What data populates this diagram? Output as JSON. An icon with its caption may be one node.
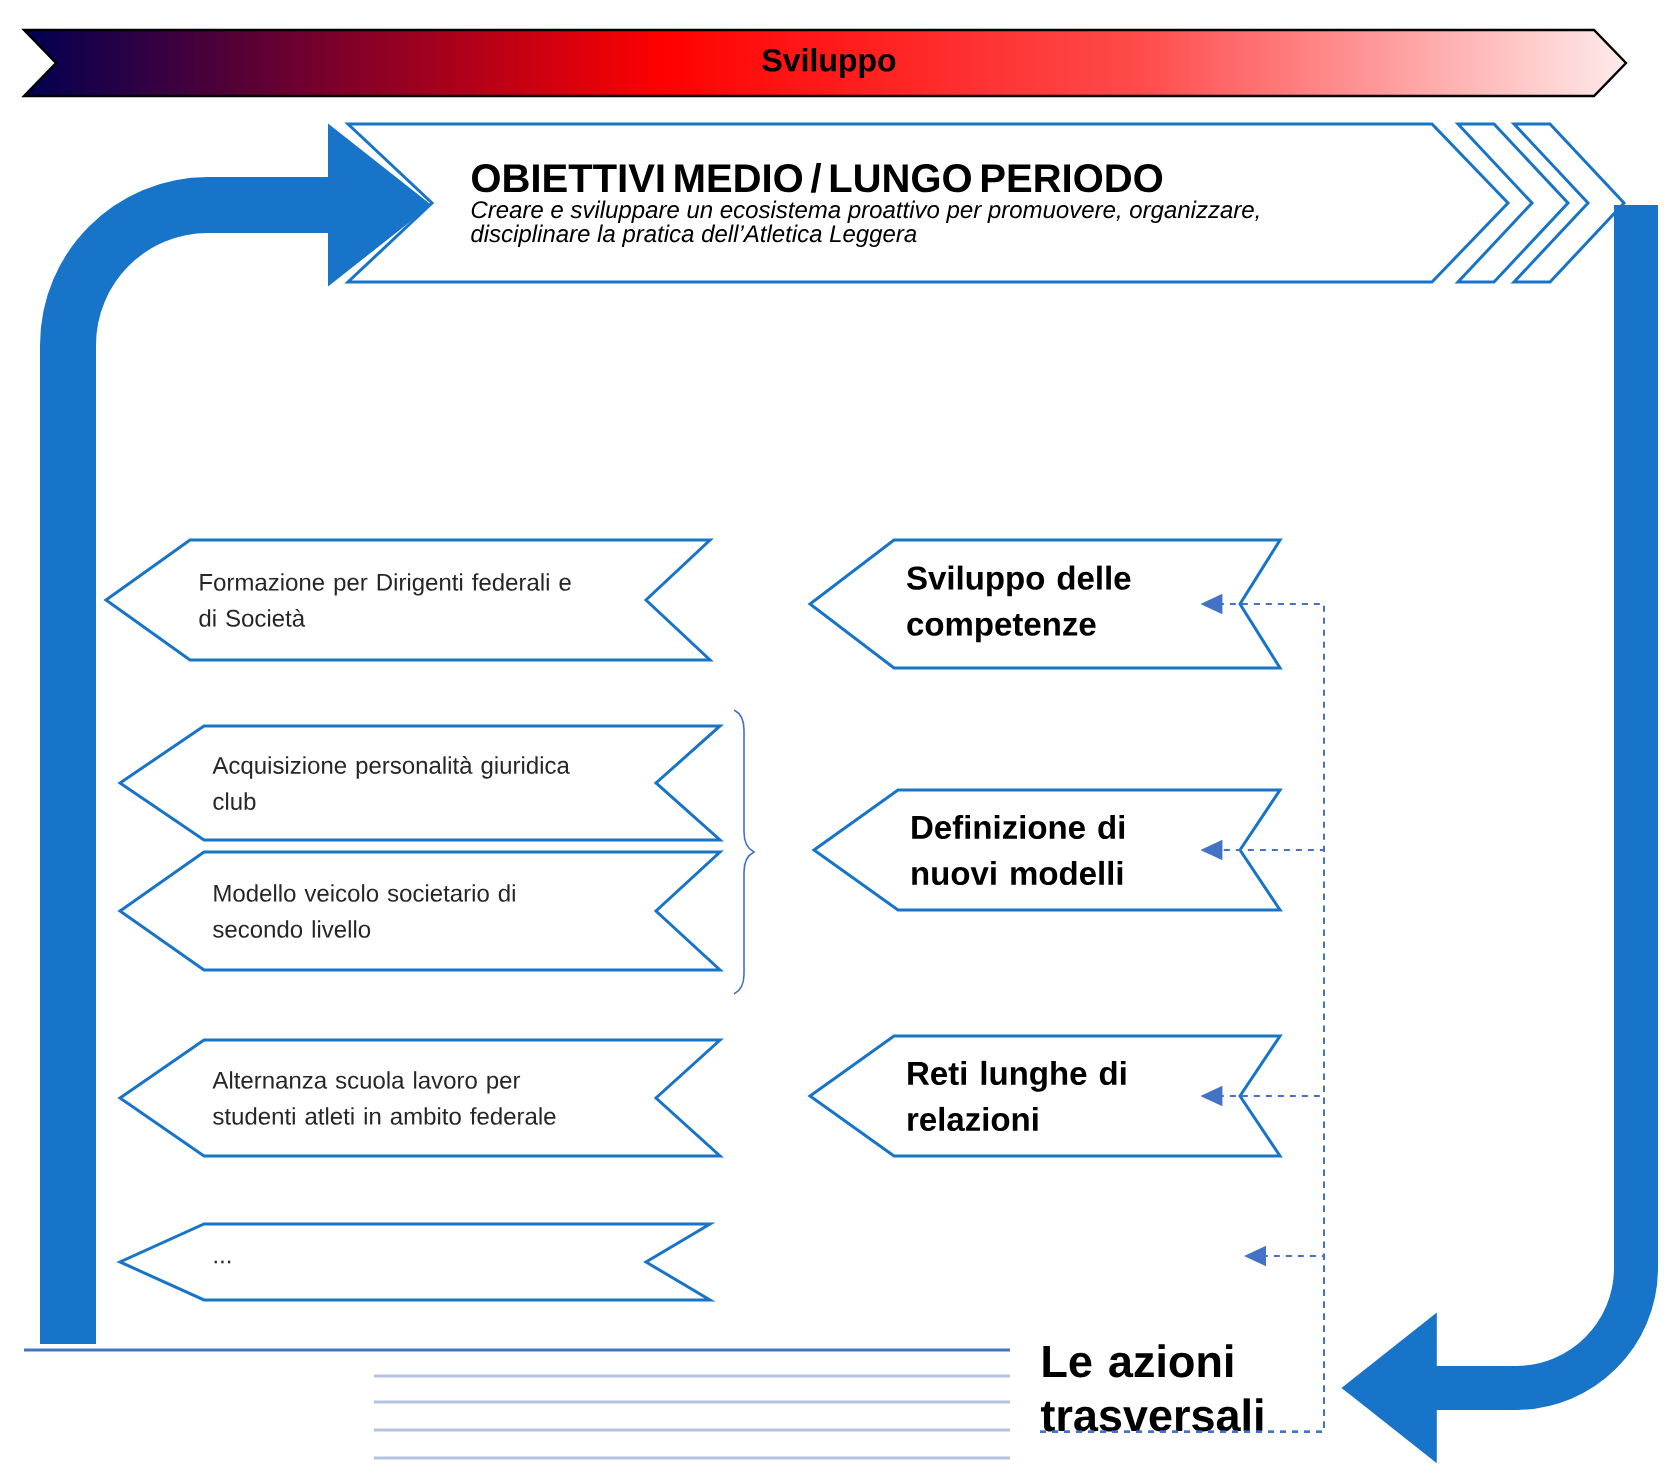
{
  "diagram": {
    "nodes": [
      {
        "text": [
          "Sviluppo"
        ]
      },
      {
        "text": [
          "OBIETTIVI MEDIO / LUNGO PERIODO",
          "Creare e sviluppare un ecosistema proattivo per promuovere, organizzare, disciplinare la pratica dell’Atletica Leggera"
        ]
      },
      {
        "text": [
          "Formazione per Dirigenti federali e di Società"
        ]
      },
      {
        "text": [
          "Sviluppo delle competenze"
        ]
      },
      {
        "text": [
          "Acquisizione personalità giuridica club"
        ]
      },
      {
        "text": [
          "Definizione di nuovi modelli"
        ]
      },
      {
        "text": [
          "Modello veicolo societario di secondo livello"
        ]
      },
      {
        "text": [
          "Alternanza scuola lavoro per studenti atleti in ambito federale"
        ]
      },
      {
        "text": [
          "Reti lunghe di relazioni"
        ]
      },
      {
        "text": [
          "..."
        ]
      },
      {
        "text": [
          "Le azioni trasversali"
        ]
      }
    ],
    "edges": [
      {
        "from": null,
        "to": 1,
        "arrow": "to",
        "style": "thick",
        "color": "#1874c8"
      },
      {
        "from": 1,
        "to": 10,
        "arrow": "to",
        "style": "thick",
        "color": "#1874c8"
      },
      {
        "from": 10,
        "to": 3,
        "arrow": "to",
        "style": "dashed"
      },
      {
        "from": 10,
        "to": 5,
        "arrow": "to",
        "style": "dashed"
      },
      {
        "from": 10,
        "to": 8,
        "arrow": "to",
        "style": "dashed"
      },
      {
        "from": 10,
        "to": null,
        "arrow": "to",
        "style": "dashed"
      }
    ]
  }
}
